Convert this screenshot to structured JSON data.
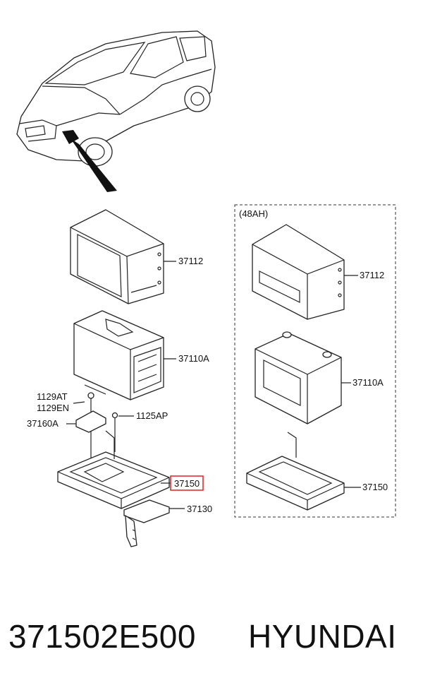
{
  "variant_label": "(48AH)",
  "left_callouts": {
    "tray_cover": "37112",
    "battery": "37110A",
    "bolt_a": "1129AT",
    "bolt_b": "1129EN",
    "clamp": "37160A",
    "bolt_c": "1125AP",
    "tray": "37150",
    "bracket": "37130"
  },
  "right_callouts": {
    "tray_cover": "37112",
    "battery": "37110A",
    "tray": "37150"
  },
  "highlight_color": "#e02020",
  "footer": {
    "part_number": "371502E500",
    "brand": "HYUNDAI"
  }
}
